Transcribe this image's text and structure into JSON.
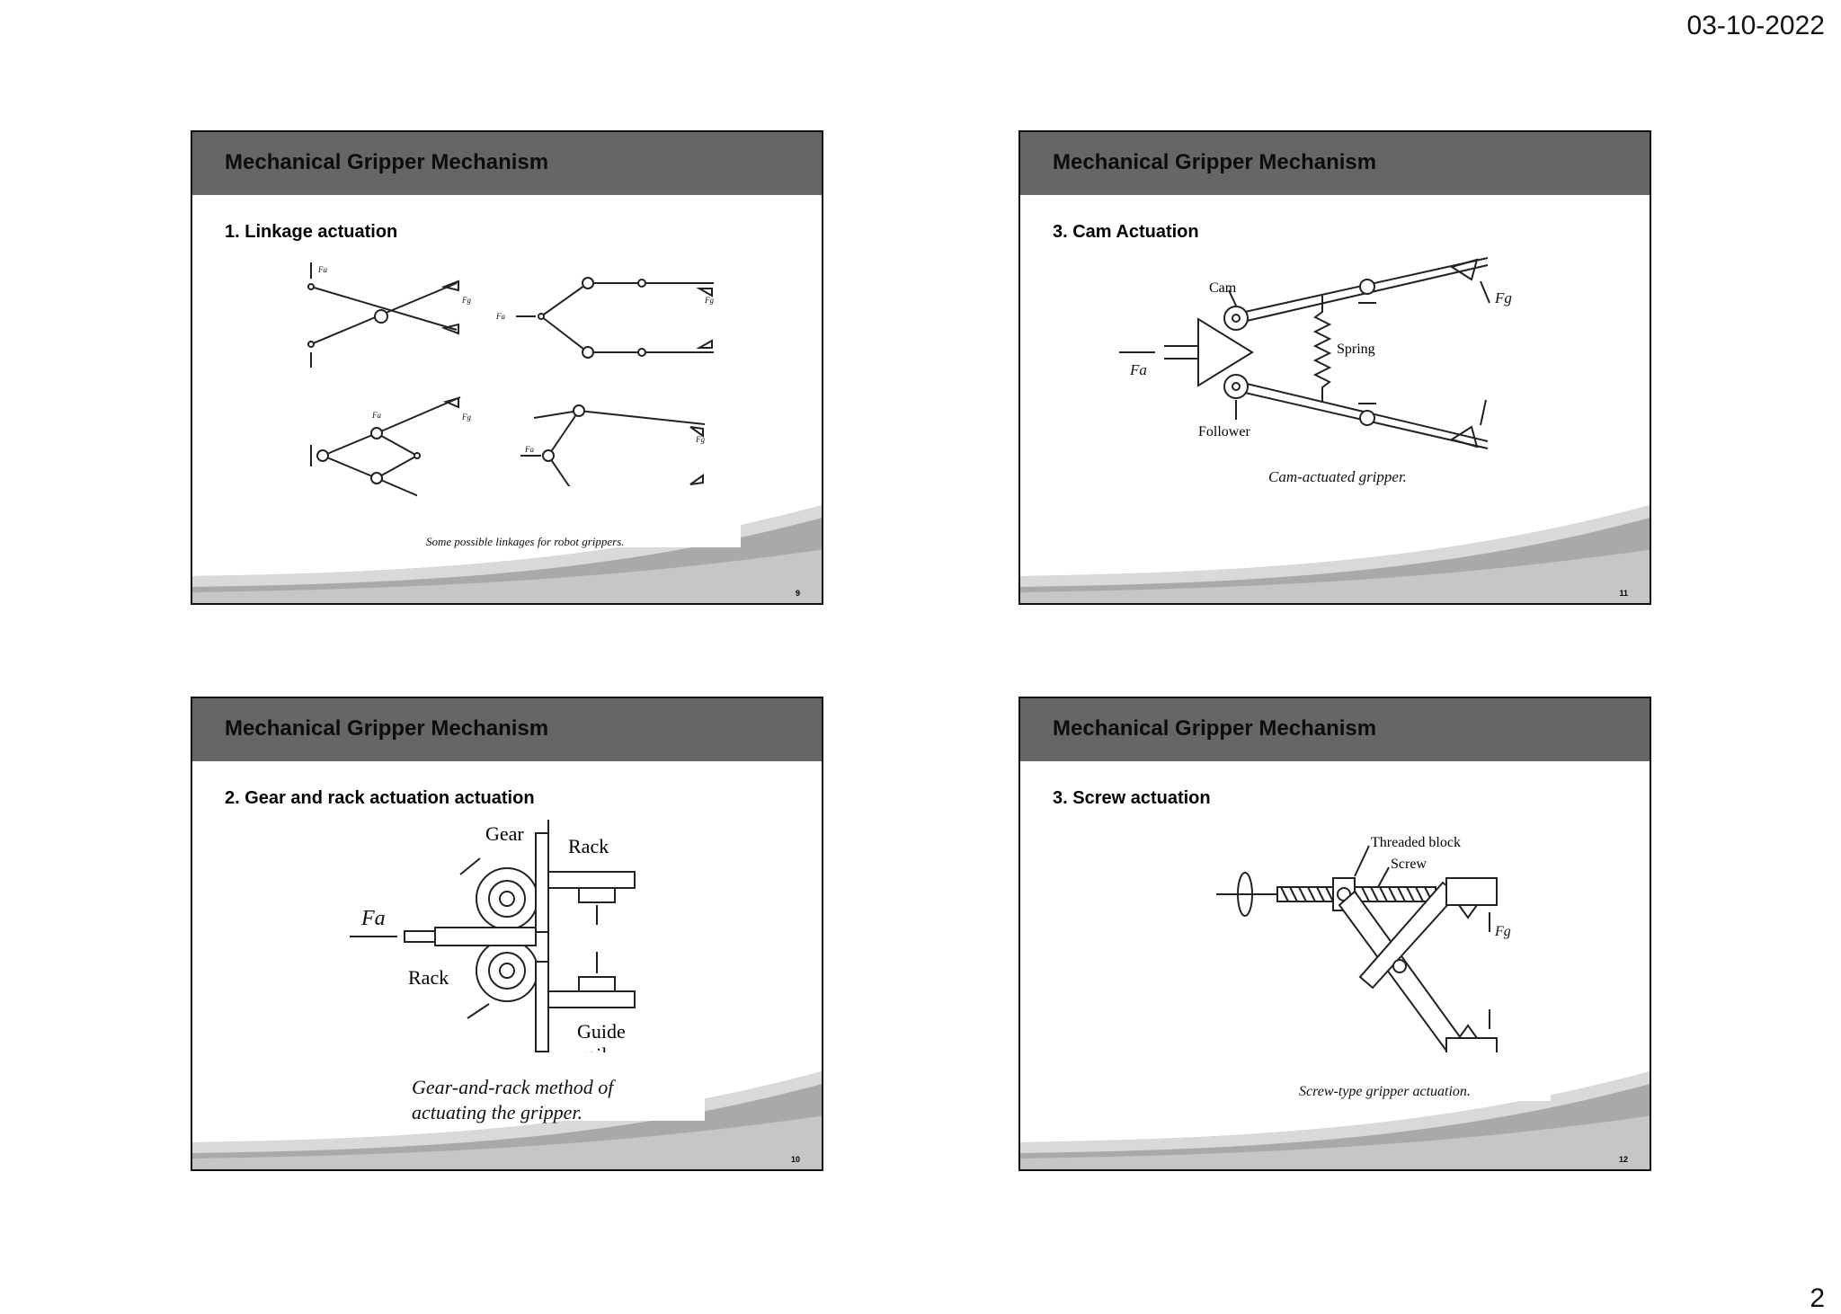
{
  "page": {
    "date": "03-10-2022",
    "number": "2"
  },
  "slides": [
    {
      "number": "9",
      "title": "Mechanical Gripper Mechanism",
      "subtitle": "1. Linkage actuation",
      "figure": {
        "caption": "Some possible linkages for robot grippers.",
        "force_labels": [
          "Fa",
          "Fg"
        ]
      }
    },
    {
      "number": "11",
      "title": "Mechanical Gripper Mechanism",
      "subtitle": "3. Cam Actuation",
      "figure": {
        "caption": "Cam-actuated gripper.",
        "cam_label": "Cam",
        "spring_label": "Spring",
        "follower_label": "Follower",
        "force_labels": [
          "Fa",
          "Fg"
        ]
      }
    },
    {
      "number": "10",
      "title": "Mechanical Gripper Mechanism",
      "subtitle": "2. Gear and rack actuation actuation",
      "figure": {
        "caption_line1": "Gear-and-rack method  of",
        "caption_line2": "actuating the gripper.",
        "gear_label": "Gear",
        "rack_label": "Rack",
        "guide_label_line1": "Guide",
        "guide_label_line2": "rail",
        "force_labels": [
          "Fa"
        ]
      }
    },
    {
      "number": "12",
      "title": "Mechanical Gripper Mechanism",
      "subtitle": "3. Screw actuation",
      "figure": {
        "caption": "Screw-type gripper actuation.",
        "block_label": "Threaded block",
        "screw_label": "Screw",
        "force_labels": [
          "Fg"
        ]
      }
    }
  ]
}
